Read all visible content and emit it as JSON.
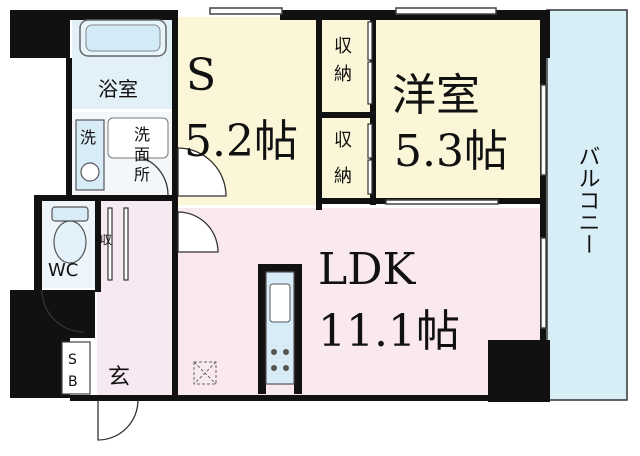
{
  "rooms": {
    "s_room": {
      "name": "S",
      "size": "5.2帖"
    },
    "western_room": {
      "name": "洋室",
      "size": "5.3帖"
    },
    "ldk": {
      "name": "LDK",
      "size": "11.1帖"
    },
    "bathroom": {
      "name": "浴室"
    },
    "washroom": {
      "line1": "洗",
      "line2": "面",
      "line3": "所"
    },
    "washer": {
      "name": "洗"
    },
    "storage_upper": {
      "line1": "収",
      "line2": "納"
    },
    "storage_lower": {
      "line1": "収",
      "line2": "納"
    },
    "toilet": {
      "name": "WC"
    },
    "toilet_storage": {
      "name": "収"
    },
    "shoe_box": {
      "line1": "S",
      "line2": "B"
    },
    "entrance": {
      "name": "玄"
    },
    "balcony": {
      "name": "バルコニー"
    }
  },
  "colors": {
    "wall": "#111111",
    "s_room_fill": "#fbf6d8",
    "western_room_fill": "#fbf6d8",
    "ldk_fill": "#fae8f0",
    "wet_area_fill": "#e2f1f8",
    "balcony_fill": "#d8eef7",
    "corridor_fill": "#f7e9f1"
  }
}
